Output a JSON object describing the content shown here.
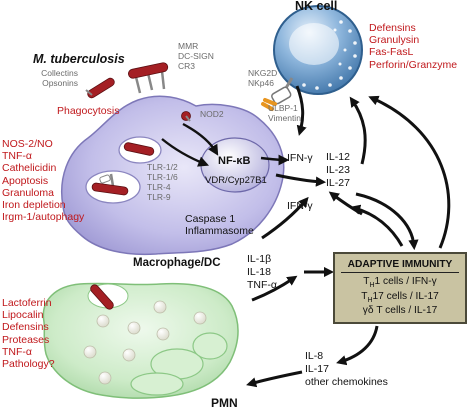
{
  "nk_cell": {
    "title": "NK cell",
    "effectors": [
      "Defensins",
      "Granulysin",
      "Fas-FasL",
      "Perforin/Granzyme"
    ],
    "receptors": [
      "NKG2D",
      "NKp46"
    ],
    "ligands": [
      "ULBP-1",
      "Vimentin"
    ]
  },
  "pathogen": {
    "label": "M. tuberculosis",
    "receptors": [
      "MMR",
      "DC-SIGN",
      "CR3"
    ],
    "opsonins": [
      "Collectins",
      "Opsonins"
    ],
    "phagocytosis": "Phagocytosis",
    "nod2": "NOD2"
  },
  "macrophage": {
    "title": "Macrophage/DC",
    "tlrs": [
      "TLR-1/2",
      "TLR-1/6",
      "TLR-4",
      "TLR-9"
    ],
    "nfkb": "NF-κB",
    "vdr": "VDR/Cyp27B1",
    "inflammasome": [
      "Caspase 1",
      "Inflammasome"
    ],
    "effectors": [
      "NOS-2/NO",
      "TNF-α",
      "Cathelicidin",
      "Apoptosis",
      "Granuloma",
      "Iron depletion",
      "Irgm-1/autophagy"
    ]
  },
  "cytokines": {
    "ifn_nk": "IFN-γ",
    "il_12_group": [
      "IL-12",
      "IL-23",
      "IL-27"
    ],
    "ifn_adaptive": "IFN-γ",
    "il_1_group": [
      "IL-1β",
      "IL-18",
      "TNF-α"
    ],
    "pmn_group": [
      "IL-8",
      "IL-17",
      "other chemokines"
    ]
  },
  "adaptive": {
    "title": "ADAPTIVE IMMUNITY",
    "lines": [
      "TH1 cells / IFN-γ",
      "TH17 cells / IL-17",
      "γδ T cells / IL-17"
    ]
  },
  "pmn": {
    "title": "PMN",
    "effectors": [
      "Lactoferrin",
      "Lipocalin",
      "Defensins",
      "Proteases",
      "TNF-α",
      "Pathology?"
    ]
  },
  "colors": {
    "red_text": "#c0181c",
    "macrophage_fill": "#b7b3e2",
    "nk_fill": "#5f95c5",
    "pmn_fill": "#bde3b8",
    "adaptive_fill": "#c9c3a2",
    "bacterium": "#a41f24"
  }
}
